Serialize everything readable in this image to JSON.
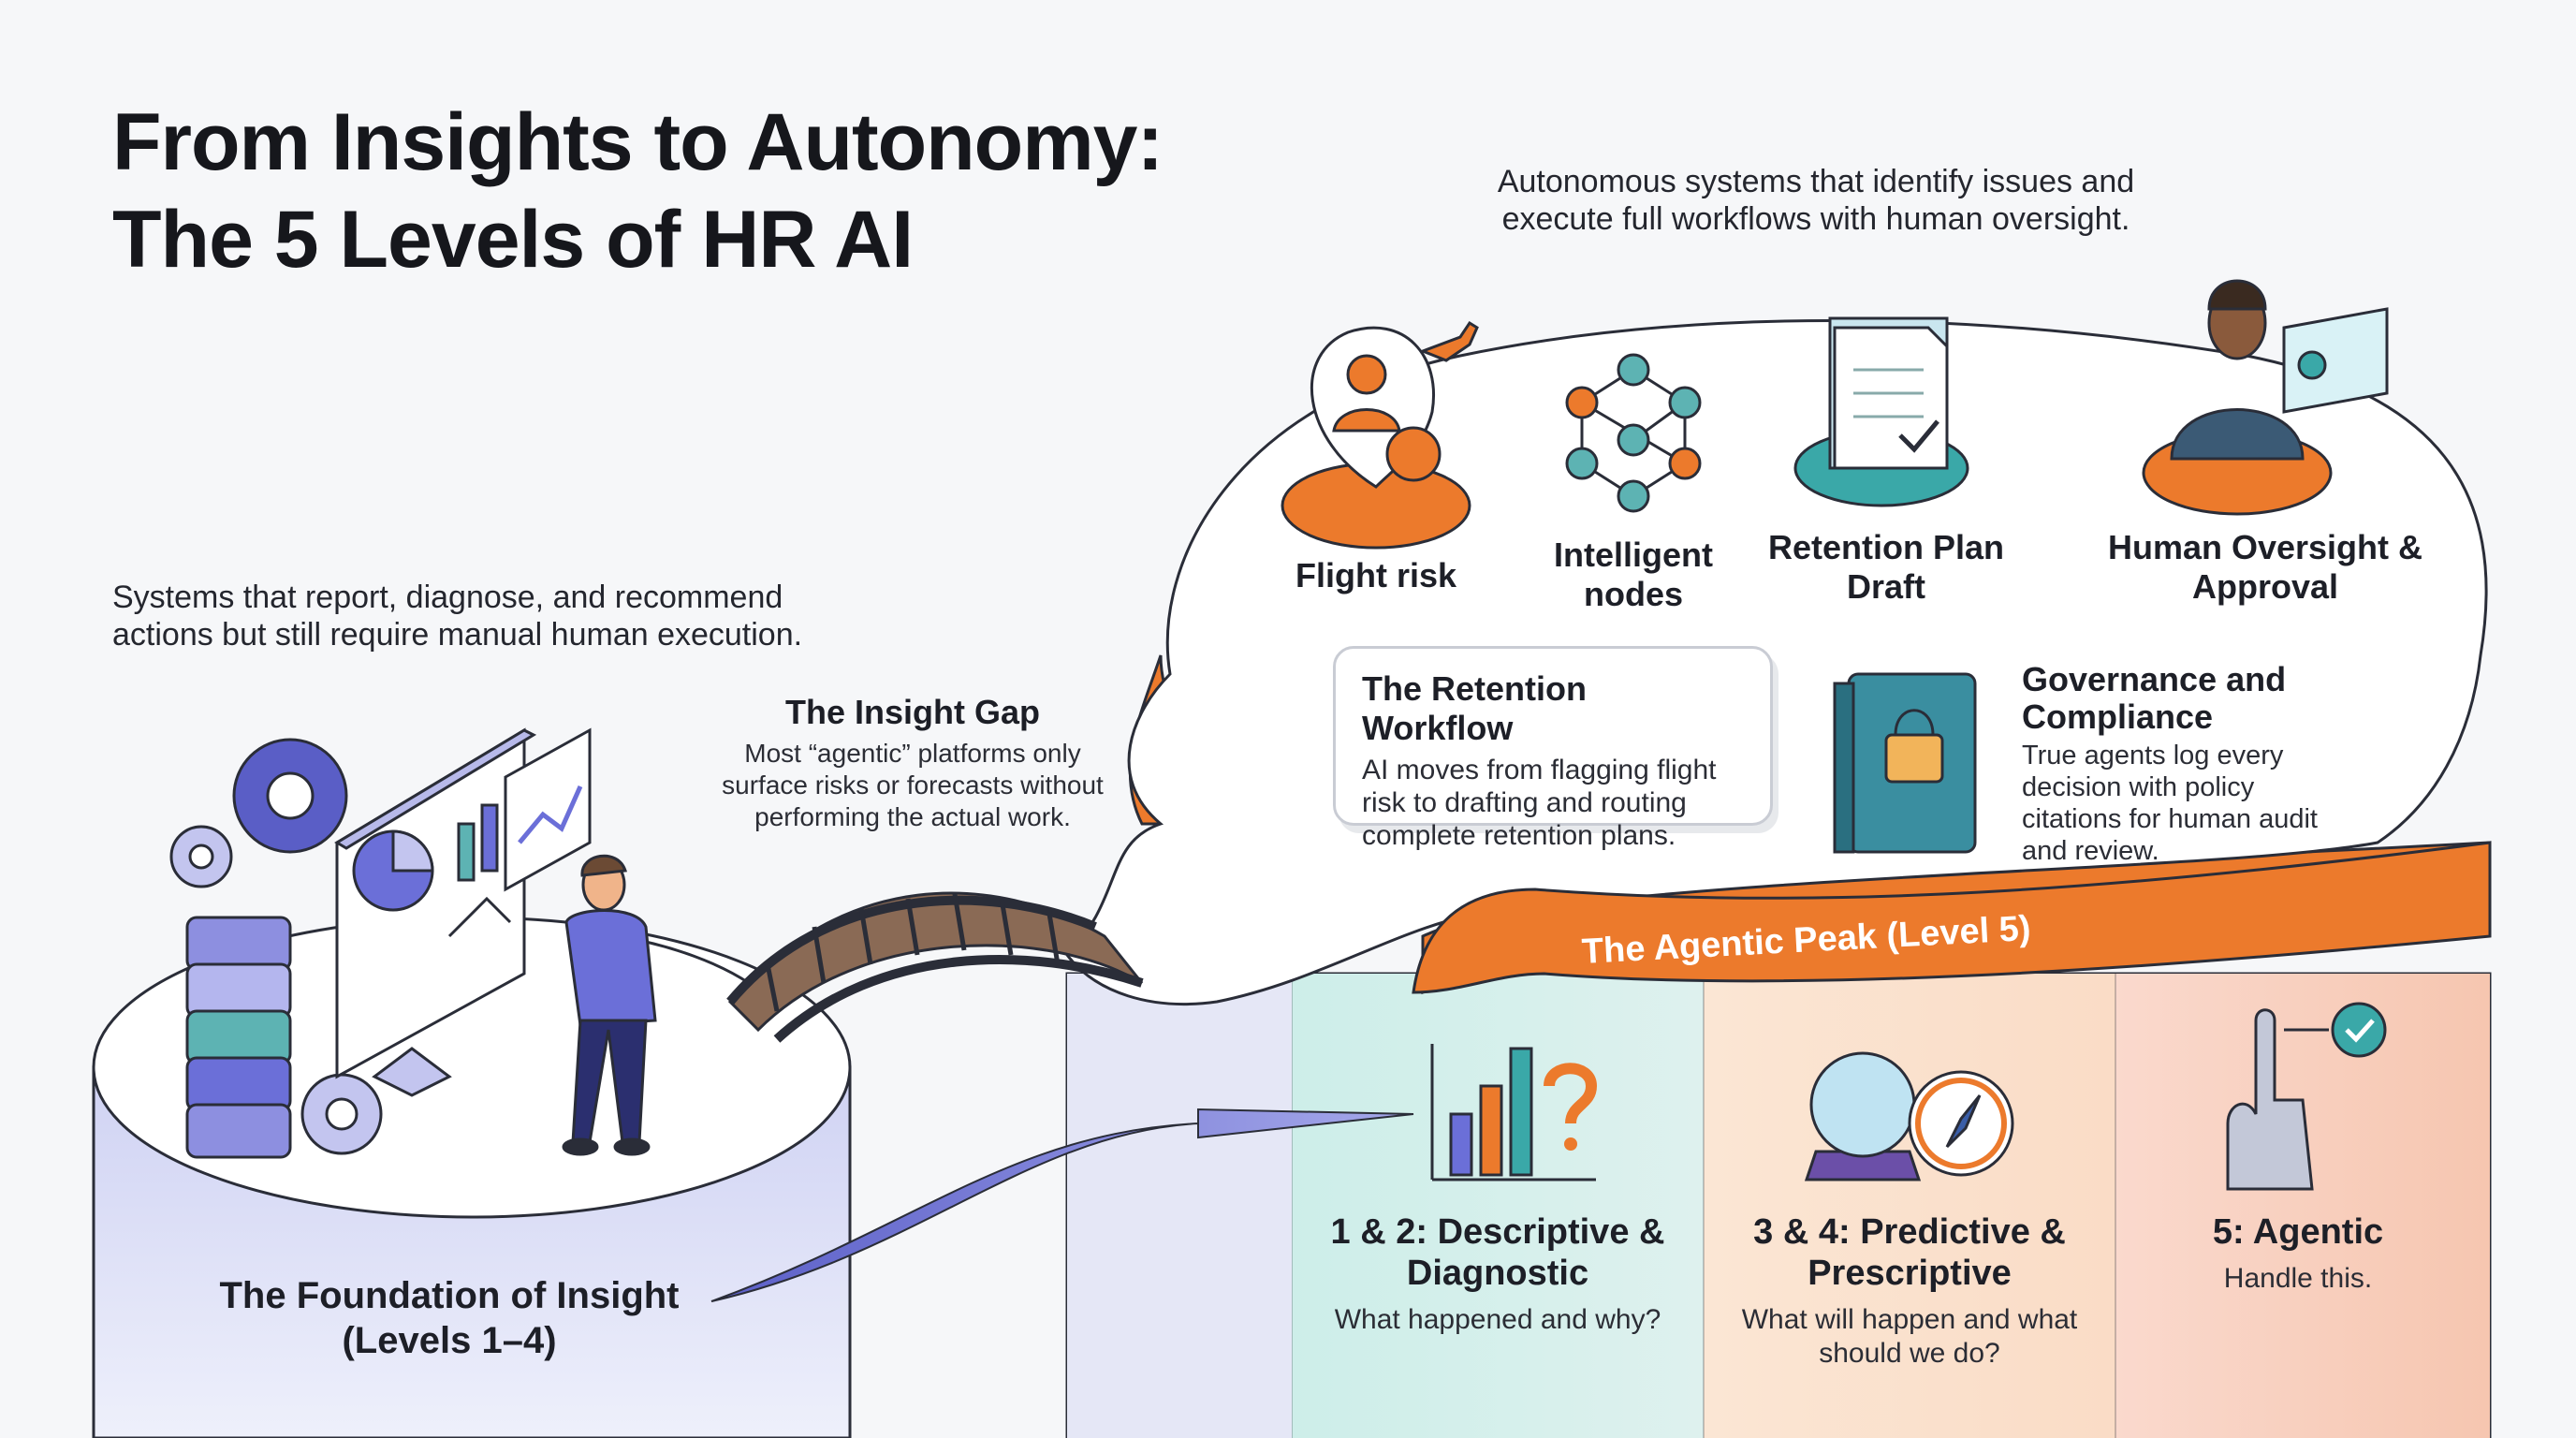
{
  "title": {
    "line1": "From Insights to Autonomy:",
    "line2": "The 5 Levels of HR AI"
  },
  "foundation": {
    "description": "Systems that report, diagnose, and recommend actions but still require manual human execution.",
    "label": "The Foundation of Insight (Levels 1–4)"
  },
  "gap": {
    "title": "The Insight Gap",
    "description": "Most “agentic” platforms only surface risks or forecasts without performing the actual work."
  },
  "peak": {
    "description": "Autonomous systems that identify issues and execute full workflows with human oversight.",
    "banner": "The Agentic Peak (Level 5)",
    "icons": [
      {
        "label": "Flight risk",
        "icon": "flight-risk-icon"
      },
      {
        "label": "Intelligent nodes",
        "icon": "network-nodes-icon"
      },
      {
        "label": "Retention Plan Draft",
        "icon": "document-check-icon"
      },
      {
        "label": "Human Oversight & Approval",
        "icon": "person-approval-icon"
      }
    ],
    "workflow": {
      "title": "The Retention Workflow",
      "body": "AI moves from flagging flight risk to drafting and routing complete retention plans."
    },
    "governance": {
      "title": "Governance and Compliance",
      "body": "True agents log every decision with policy citations for human audit and review."
    }
  },
  "levels": [
    {
      "title": "1 & 2: Descriptive & Diagnostic",
      "subtitle": "What happened and why?",
      "icon": "bar-chart-question-icon"
    },
    {
      "title": "3 & 4: Predictive & Prescriptive",
      "subtitle": "What will happen and what should we do?",
      "icon": "crystal-ball-compass-icon"
    },
    {
      "title": "5: Agentic",
      "subtitle": "Handle this.",
      "icon": "robot-hand-check-icon"
    }
  ],
  "colors": {
    "accent_orange": "#ec7a2c",
    "accent_purple": "#6b6fd8",
    "accent_teal": "#3aa8a8",
    "title_text": "#16171c"
  }
}
